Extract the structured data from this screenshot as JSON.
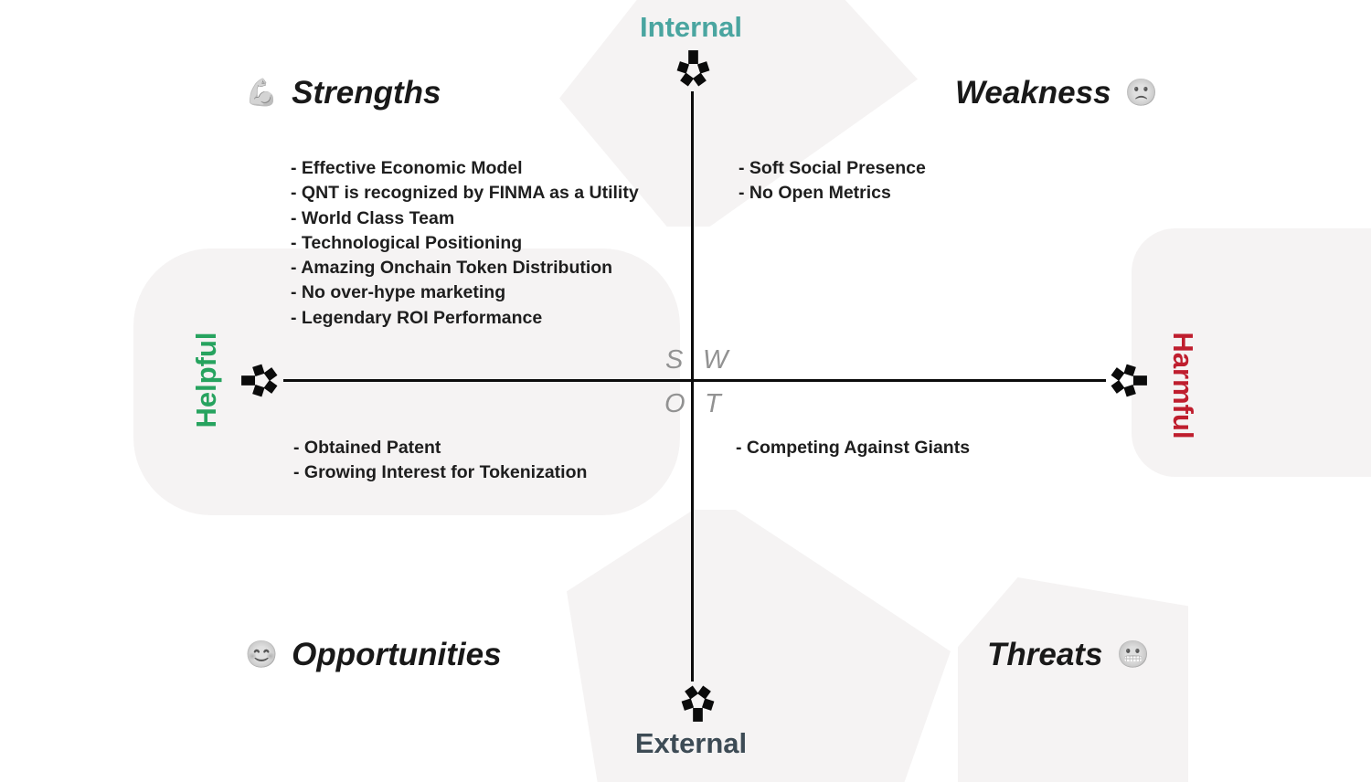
{
  "axes": {
    "top_label": "Internal",
    "bottom_label": "External",
    "left_label": "Helpful",
    "right_label": "Harmful"
  },
  "center_letters": {
    "s": "S",
    "w": "W",
    "o": "O",
    "t": "T"
  },
  "quadrants": {
    "strengths": {
      "title": "Strengths",
      "emoji": "💪",
      "items": [
        "- Effective Economic Model",
        "- QNT is recognized by FINMA as a Utility",
        "- World Class Team",
        "- Technological Positioning",
        "- Amazing Onchain Token Distribution",
        "- No over-hype marketing",
        "- Legendary ROI Performance"
      ]
    },
    "weakness": {
      "title": "Weakness",
      "emoji": "🙁",
      "items": [
        "- Soft Social Presence",
        "- No Open Metrics"
      ]
    },
    "opportunities": {
      "title": "Opportunities",
      "emoji": "😊",
      "items": [
        "- Obtained Patent",
        "- Growing Interest for Tokenization"
      ]
    },
    "threats": {
      "title": "Threats",
      "emoji": "😬",
      "items": [
        "- Competing Against Giants"
      ]
    }
  },
  "icons": {
    "axis_end_logo": "quant-logo"
  },
  "colors": {
    "internal": "#4aa5a0",
    "external": "#3d4b55",
    "helpful": "#27a35f",
    "harmful": "#bf1e2e",
    "text": "#1c1c1c",
    "muted_letters": "#929292",
    "background_shape": "#f5f3f3",
    "axis": "#0c0c0c"
  }
}
